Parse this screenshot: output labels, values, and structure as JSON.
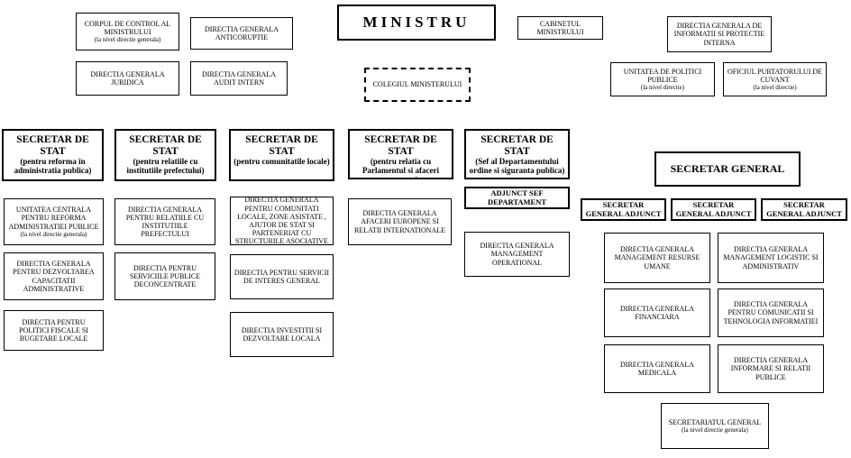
{
  "minister": "MINISTRU",
  "top_left": [
    {
      "name": "CORPUL DE CONTROL AL MINISTRULUI",
      "sub": "(la nivel directie generala)"
    },
    {
      "name": "DIRECTIA GENERALA ANTICORUPTIE",
      "sub": ""
    },
    {
      "name": "DIRECTIA GENERALA JURIDICA",
      "sub": ""
    },
    {
      "name": "DIRECTIA GENERALA AUDIT INTERN",
      "sub": ""
    }
  ],
  "cabinet": "CABINETUL MINISTRULUI",
  "colegiu": "COLEGIUL MINISTERULUI",
  "top_right": [
    {
      "name": "DIRECTIA GENERALA DE INFORMATII SI PROTECTIE INTERNA",
      "sub": ""
    },
    {
      "name": "UNITATEA DE POLITICI PUBLICE",
      "sub": "(la nivel directie)"
    },
    {
      "name": "OFICIUL PURTATORULUI DE CUVANT",
      "sub": "(la nivel directie)"
    }
  ],
  "secretaries": [
    {
      "title": "SECRETAR DE STAT",
      "scope": "(pentru reforma în administratia publica)"
    },
    {
      "title": "SECRETAR DE STAT",
      "scope": "(pentru relatiile cu institutiile prefectului)"
    },
    {
      "title": "SECRETAR DE STAT",
      "scope": "(pentru comunitatile locale)"
    },
    {
      "title": "SECRETAR DE STAT",
      "scope": "(pentru relatia cu Parlamentul si afaceri europene)"
    },
    {
      "title": "SECRETAR DE STAT",
      "scope": "(Sef al Departamentului ordine si siguranta publica)"
    }
  ],
  "col1": [
    {
      "name": "UNITATEA CENTRALA PENTRU REFORMA ADMINISTRATIEI PUBLICE",
      "sub": "(la nivel directie generala)"
    },
    {
      "name": "DIRECTIA GENERALA PENTRU DEZVOLTAREA CAPACITATII ADMINISTRATIVE",
      "sub": ""
    },
    {
      "name": "DIRECTIA PENTRU POLITICI FISCALE SI BUGETARE LOCALE",
      "sub": ""
    }
  ],
  "col2": [
    {
      "name": "DIRECTIA GENERALA PENTRU RELATIILE CU INSTITUTIILE PREFECTULUI",
      "sub": ""
    },
    {
      "name": "DIRECTIA PENTRU SERVICIILE PUBLICE DECONCENTRATE",
      "sub": ""
    }
  ],
  "col3": [
    {
      "name": "DIRECTIA GENERALA PENTRU COMUNITATI LOCALE, ZONE ASISTATE , AJUTOR DE STAT SI PARTENERIAT CU STRUCTURILE ASOCIATIVE",
      "sub": ""
    },
    {
      "name": "DIRECTIA PENTRU SERVICII DE INTERES GENERAL",
      "sub": ""
    },
    {
      "name": "DIRECTIA INVESTITII SI DEZVOLTARE LOCALA",
      "sub": ""
    }
  ],
  "col4": [
    {
      "name": "DIRECTIA GENERALA AFACERI EUROPENE SI RELATII INTERNATIONALE",
      "sub": ""
    }
  ],
  "col5": [
    {
      "name": "ADJUNCT SEF DEPARTAMENT",
      "sub": ""
    },
    {
      "name": "DIRECTIA GENERALA MANAGEMENT OPERATIONAL",
      "sub": ""
    }
  ],
  "secretary_general": "SECRETAR GENERAL",
  "sg_adjuncts": [
    "SECRETAR GENERAL ADJUNCT",
    "SECRETAR GENERAL ADJUNCT",
    "SECRETAR GENERAL ADJUNCT"
  ],
  "sg_units": [
    {
      "name": "DIRECTIA GENERALA MANAGEMENT RESURSE UMANE",
      "sub": ""
    },
    {
      "name": "DIRECTIA GENERALA MANAGEMENT LOGISTIC SI ADMINISTRATIV",
      "sub": ""
    },
    {
      "name": "DIRECTIA GENERALA FINANCIARA",
      "sub": ""
    },
    {
      "name": "DIRECTIA GENERALA PENTRU COMUNICATII SI TEHNOLOGIA INFORMATIEI",
      "sub": ""
    },
    {
      "name": "DIRECTIA GENERALA MEDICALA",
      "sub": ""
    },
    {
      "name": "DIRECTIA GENERALA INFORMARE SI RELATII PUBLICE",
      "sub": ""
    }
  ],
  "secretariat": {
    "name": "SECRETARIATUL GENERAL",
    "sub": "(la nivel directie generala)"
  }
}
